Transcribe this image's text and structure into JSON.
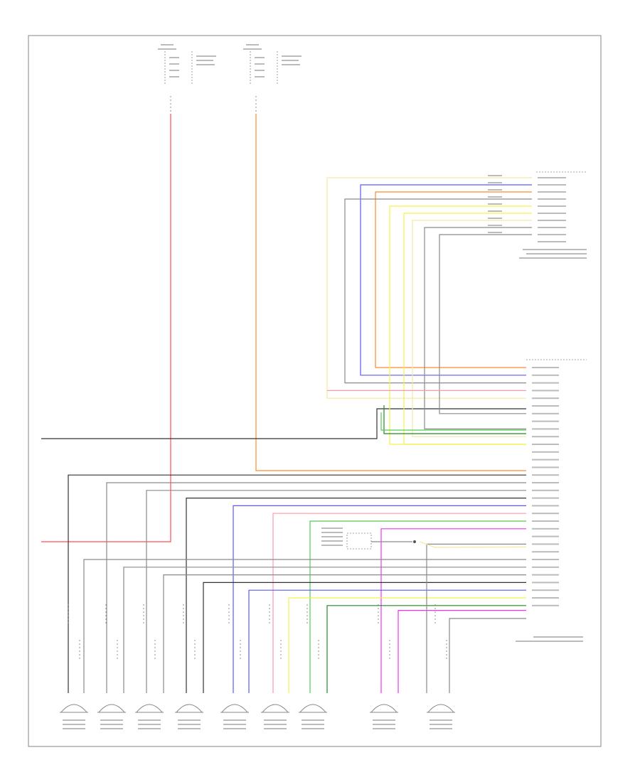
{
  "diagram": {
    "type": "automotive-wiring-schematic",
    "footer_code": "",
    "wire_colors": {
      "red": "#ff4d5e",
      "pink": "#ff99aa",
      "orange": "#ff8a2a",
      "yellow": "#f3f34a",
      "pale_yellow": "#f4e9a0",
      "blue": "#5a5af2",
      "green": "#55cc55",
      "dark_green": "#208a20",
      "magenta": "#ee33ee",
      "gray": "#8a8a8a",
      "black": "#333333",
      "frame": "#999999"
    },
    "components": {
      "fuse_left": {
        "title": "",
        "pins": [
          "",
          "",
          "",
          ""
        ]
      },
      "fuse_right": {
        "title": "",
        "pins": [
          "",
          "",
          "",
          ""
        ]
      },
      "connector_top": {
        "title": "",
        "pin_count": 10
      },
      "connector_main": {
        "title": "",
        "pin_count": 32
      },
      "inline_module": {
        "title": ""
      },
      "speakers": [
        {
          "id": "speaker-1",
          "label": ""
        },
        {
          "id": "speaker-2",
          "label": ""
        },
        {
          "id": "speaker-3",
          "label": ""
        },
        {
          "id": "speaker-4",
          "label": ""
        },
        {
          "id": "speaker-5",
          "label": ""
        },
        {
          "id": "speaker-6",
          "label": ""
        },
        {
          "id": "speaker-7",
          "label": ""
        },
        {
          "id": "speaker-8",
          "label": ""
        },
        {
          "id": "speaker-9",
          "label": ""
        }
      ]
    }
  }
}
